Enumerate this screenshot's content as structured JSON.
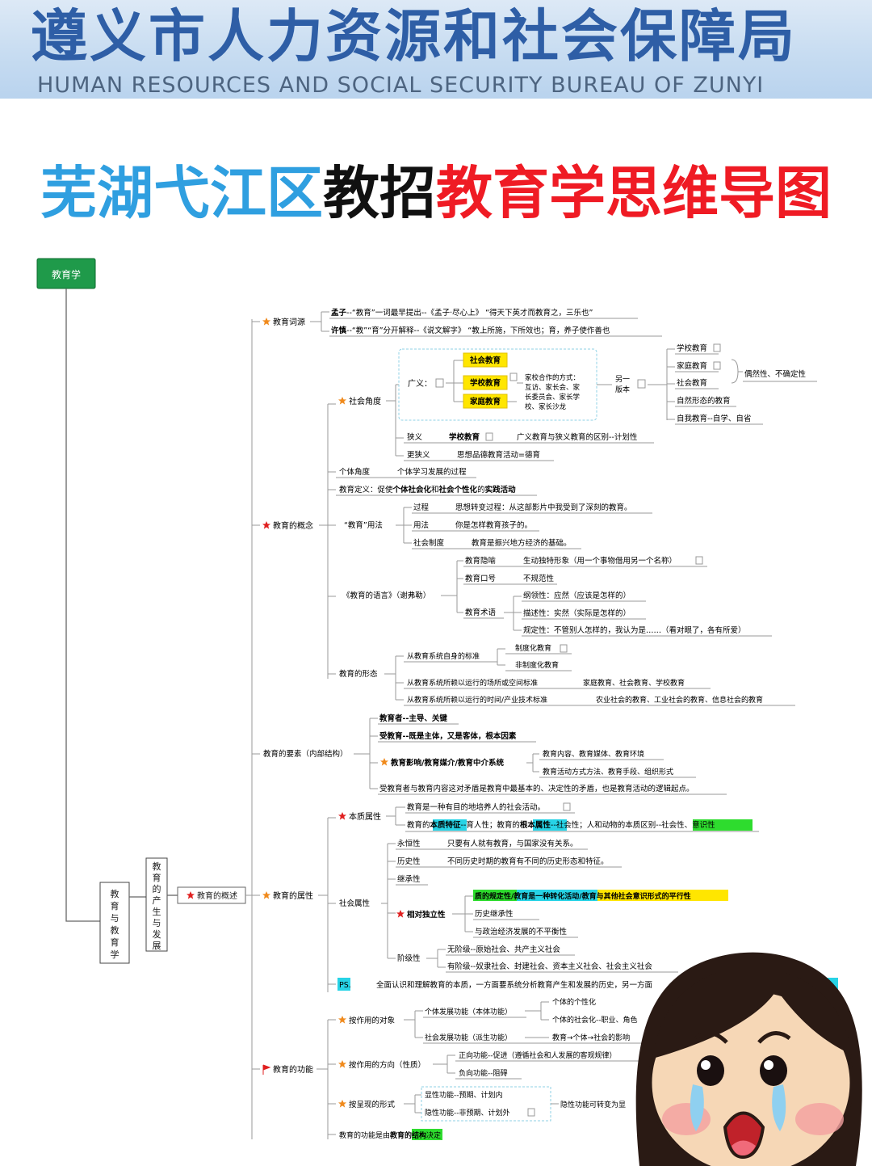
{
  "banner": {
    "title": "遵义市人力资源和社会保障局",
    "subtitle": "HUMAN RESOURCES AND SOCIAL SECURITY BUREAU OF ZUNYI"
  },
  "headline": {
    "part1": "芜湖弋江区",
    "part2": "教招",
    "part3": "教育学思维导图"
  },
  "mindmap": {
    "root": "教育学",
    "v1": "教育与教育学",
    "v2": "教育的产生与发展",
    "overview": "教育的概述",
    "etymology": "教育词源",
    "mengzi_a": "孟子",
    "mengzi_b": "--“教育”一词最早提出--《孟子·尽心上》 “得天下英才而教育之，三乐也”",
    "xushen_a": "许慎",
    "xushen_b": "--“教”“育”分开解释--《说文解字》 “教上所施，下所效也；育，养子使作善也",
    "concept": "教育的概念",
    "social_angle": "社会角度",
    "guangyi": "广义：",
    "shehui_jy": "社会教育",
    "xuexiao_jy": "学校教育",
    "jiating_jy": "家庭教育",
    "hezuo_1": "家校合作的方式：",
    "hezuo_2": "互访、家长会、家",
    "hezuo_3": "长委员会、家长学",
    "hezuo_4": "校、家长沙龙",
    "lingyi_1": "另一",
    "lingyi_2": "版本",
    "v_xuexiao": "学校教育",
    "v_jiating": "家庭教育",
    "v_shehui": "社会教育",
    "v_ziran": "自然形态的教育",
    "v_ziwo": "自我教育--自学、自省",
    "ouran": "偶然性、不确定性",
    "xiayi": "狭义",
    "xiayi_v": "学校教育",
    "xiayi_diff": "广义教育与狭义教育的区别--计划性",
    "gengxiayi": "更狭义",
    "gengxiayi_v": "思想品德教育活动=德育",
    "geti_angle": "个体角度",
    "geti_v": "个体学习发展的过程",
    "def_a": "教育定义：促使",
    "def_b": "个体社会化",
    "def_c": "和",
    "def_d": "社会个性化",
    "def_e": "的",
    "def_f": "实践活动",
    "usage": "“教育”用法",
    "u_process": "过程",
    "u_process_v": "思想转变过程：从这部影片中我受到了深刻的教育。",
    "u_method": "用法",
    "u_method_v": "你是怎样教育孩子的。",
    "u_system": "社会制度",
    "u_system_v": "教育是振兴地方经济的基础。",
    "language": "《教育的语言》（谢弗勒）",
    "l_metaphor": "教育隐喻",
    "l_metaphor_v": "生动独特形象（用一个事物借用另一个名称）",
    "l_slogan": "教育口号",
    "l_slogan_v": "不规范性",
    "l_term": "教育术语",
    "l_t1": "纲领性：应然（应该是怎样的）",
    "l_t2": "描述性：实然（实际是怎样的）",
    "l_t3": "规定性：不管别人怎样的，我认为是……（看对眼了，各有所爱）",
    "form": "教育的形态",
    "f1": "从教育系统自身的标准",
    "f1_a": "制度化教育",
    "f1_b": "非制度化教育",
    "f2": "从教育系统所赖以运行的场所或空间标准",
    "f2_v": "家庭教育、社会教育、学校教育",
    "f3": "从教育系统所赖以运行的时间/产业技术标准",
    "f3_v": "农业社会的教育、工业社会的教育、信息社会的教育",
    "elements": "教育的要素（内部结构）",
    "e1": "教育者--主导、关键",
    "e2": "受教育--既是主体，又是客体，根本因素",
    "e3": "教育影响/教育媒介/教育中介系统",
    "e3_a": "教育内容、教育媒体、教育环境",
    "e3_b": "教育活动方式方法、教育手段、组织形式",
    "e4": "受教育者与教育内容这对矛盾是教育中最基本的、决定性的矛盾，也是教育活动的逻辑起点。",
    "attr": "教育的属性",
    "essence": "本质属性",
    "es_1": "教育是一种有目的地培养人的社会活动。",
    "es_2a": "教育的",
    "es_2b": "本质特征",
    "es_2c": "--育人性；教育的",
    "es_2d": "根本属性",
    "es_2e": "--社会性；人和动物的本质区别--",
    "es_2f": "社会性、意识性",
    "yongheng": "永恒性",
    "yongheng_v": "只要有人就有教育，与国家没有关系。",
    "lishi": "历史性",
    "lishi_v": "不同历史时期的教育有不同的历史形态和特征。",
    "jicheng": "继承性",
    "social_attr": "社会属性",
    "duli": "相对独立性",
    "duli_g": "质的规定性",
    "duli_c": "/教育是一种转化活动",
    "duli_y": "/教育与其他社会意识形式的平行性",
    "duli_2": "历史继承性",
    "duli_3": "与政治经济发展的不平衡性",
    "jieji": "阶级性",
    "jieji_1": "无阶级--原始社会、共产主义社会",
    "jieji_2": "有阶级--奴隶社会、封建社会、资本主义社会、社会主义社会",
    "ps": "PS.",
    "ps_v": "全面认识和理解教育的本质，一方面要系统分析教育产生和发展的历史，另一方面",
    "func": "教育的功能",
    "by_object": "按作用的对象",
    "ob_geti": "个体发展功能（本体功能）",
    "ob_geti_1": "个体的个性化",
    "ob_geti_2": "个体的社会化--职业、角色",
    "ob_shehui": "社会发展功能（派生功能）",
    "ob_shehui_1": "教育→个体→社会的影响",
    "by_direction": "按作用的方向（性质）",
    "dir_pos": "正向功能--促进（遵循社会和人发展的客观规律）",
    "dir_neg": "负向功能--阻碍",
    "by_form": "按呈现的形式",
    "form_explicit": "显性功能--预期、计划内",
    "form_implicit": "隐性功能--非预期、计划外",
    "form_conv": "隐性功能可转变为显",
    "func_last_a": "教育的功能是由",
    "func_last_b": "教育的结构",
    "func_last_c": "决定"
  },
  "colors": {
    "root_box": "#1f9a4a",
    "highlight_yellow": "#ffe600",
    "highlight_green": "#2edc2e",
    "highlight_cyan": "#27d3e6",
    "star": "#f08a1c",
    "star_red": "#e02020"
  },
  "icons": [
    "star-icon",
    "flag-icon",
    "note-icon",
    "crying-girl-sticker"
  ]
}
